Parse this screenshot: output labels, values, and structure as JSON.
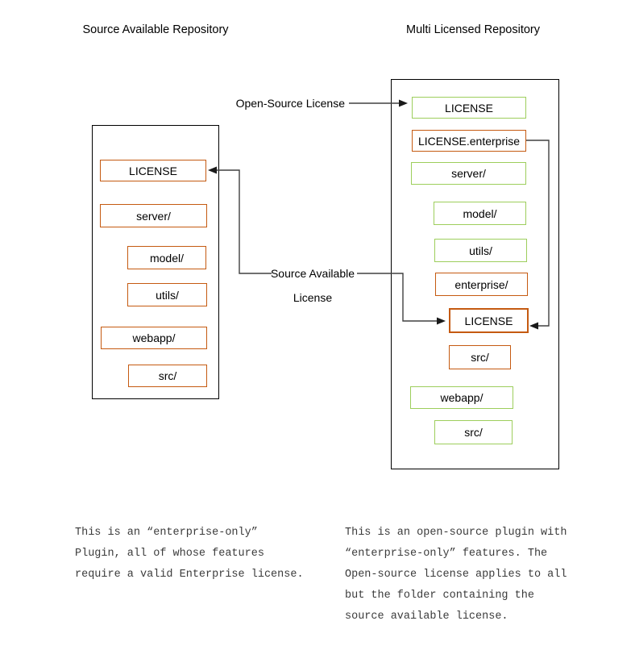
{
  "colors": {
    "orange": "#C55A11",
    "green": "#9DCE5C",
    "line": "#404040",
    "container_border": "#000000",
    "note_text": "#3b3b3b"
  },
  "titles": {
    "left": "Source Available Repository",
    "right": "Multi Licensed Repository"
  },
  "connector_labels": {
    "open_source": "Open-Source License",
    "source_available_line1": "Source Available",
    "source_available_line2": "License"
  },
  "left_repo": {
    "boxes": [
      {
        "label": "LICENSE",
        "color": "orange"
      },
      {
        "label": "server/",
        "color": "orange"
      },
      {
        "label": "model/",
        "color": "orange"
      },
      {
        "label": "utils/",
        "color": "orange"
      },
      {
        "label": "webapp/",
        "color": "orange"
      },
      {
        "label": "src/",
        "color": "orange"
      }
    ]
  },
  "right_repo": {
    "boxes": [
      {
        "label": "LICENSE",
        "color": "green"
      },
      {
        "label": "LICENSE.enterprise",
        "color": "orange"
      },
      {
        "label": "server/",
        "color": "green"
      },
      {
        "label": "model/",
        "color": "green"
      },
      {
        "label": "utils/",
        "color": "green"
      },
      {
        "label": "enterprise/",
        "color": "orange"
      },
      {
        "label": "LICENSE",
        "color": "orange"
      },
      {
        "label": "src/",
        "color": "orange"
      },
      {
        "label": "webapp/",
        "color": "green"
      },
      {
        "label": "src/",
        "color": "green"
      }
    ]
  },
  "notes": {
    "left": {
      "lines": [
        "This is an “enterprise-only”",
        "Plugin, all of whose features",
        "require a valid Enterprise license."
      ]
    },
    "right": {
      "lines": [
        "This is an open-source plugin with",
        "“enterprise-only” features. The",
        "Open-source license applies to all",
        "but the folder containing the",
        "source available license."
      ]
    }
  }
}
